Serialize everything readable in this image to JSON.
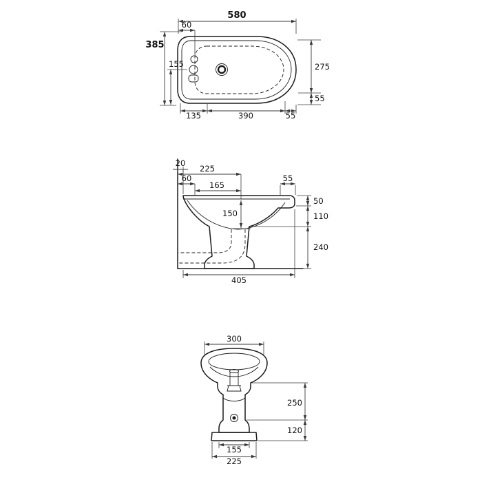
{
  "colors": {
    "line": "#1c1c1c",
    "dim": "#3a3a3a",
    "background": "#ffffff"
  },
  "drawing": {
    "top": {
      "overall_width": "580",
      "tap_hole_offset": "60",
      "overall_depth": "385",
      "tap_to_front": "155",
      "bowl_depth": "275",
      "rear_edge": "55",
      "front_margin": "135",
      "bowl_length": "390",
      "rear_margin": "55"
    },
    "side": {
      "wall_gap": "20",
      "wall_to_drain": "225",
      "wall_to_tap": "60",
      "tap_to_drain": "165",
      "front_lip": "55",
      "rim_to_drain": "150",
      "rim_drop": "50",
      "bowl_height": "110",
      "base_height": "240",
      "overall_depth": "405"
    },
    "front": {
      "top_width": "300",
      "mid_height": "250",
      "base_height": "120",
      "base_width": "155",
      "plinth_width": "225"
    }
  }
}
